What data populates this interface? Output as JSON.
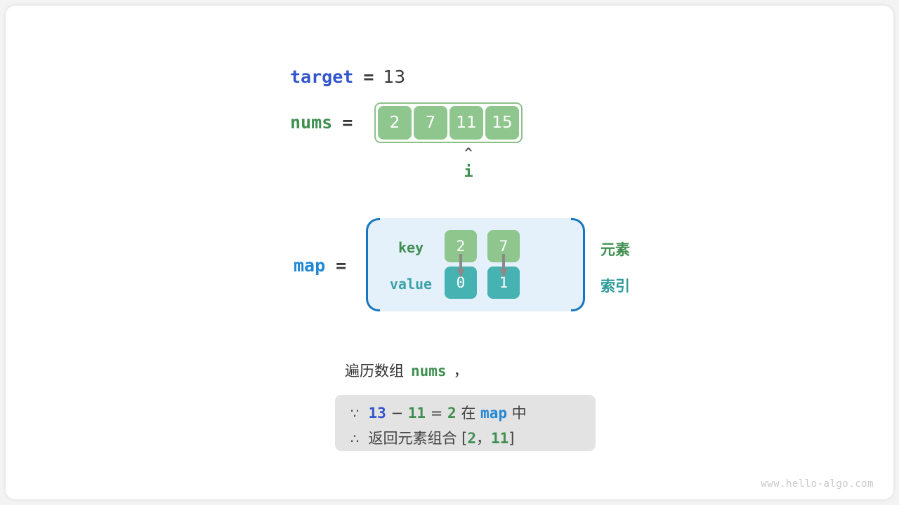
{
  "figure": {
    "watermark": "www.hello-algo.com",
    "colors": {
      "array_cell": "#8ec68e",
      "array_border": "#8cc18c",
      "value_cell": "#47b2b2",
      "map_bg": "#e4f0fa",
      "map_border": "#1676c0",
      "var_blue": "#3355cc",
      "var_light_blue": "#2287d4",
      "var_green": "#3f8f51",
      "var_teal": "#3aa2a8",
      "conclusion_bg": "#e3e3e3"
    }
  },
  "target": {
    "name": "target",
    "equals": "=",
    "value": "13"
  },
  "nums": {
    "name": "nums",
    "equals": "=",
    "cells": [
      "2",
      "7",
      "11",
      "15"
    ],
    "pointer": {
      "caret": "^",
      "label": "i",
      "index": 2
    }
  },
  "map": {
    "name": "map",
    "equals": "=",
    "row_labels": {
      "key": "key",
      "value": "value"
    },
    "keys": [
      "2",
      "7"
    ],
    "values": [
      "0",
      "1"
    ],
    "legend": {
      "element": "元素",
      "index": "索引"
    }
  },
  "caption": {
    "prefix": "遍历数组",
    "variable": "nums",
    "suffix": "，"
  },
  "conclusion": {
    "line1": {
      "symbol": "∵",
      "a": "13",
      "minus": "−",
      "b": "11",
      "eq": "=",
      "c": "2",
      "mid": "在",
      "map": "map",
      "tail": "中"
    },
    "line2": {
      "symbol": "∴",
      "text": "返回元素组合",
      "lbracket": "[",
      "a": "2",
      "comma": "，",
      "b": "11",
      "rbracket": "]"
    }
  }
}
